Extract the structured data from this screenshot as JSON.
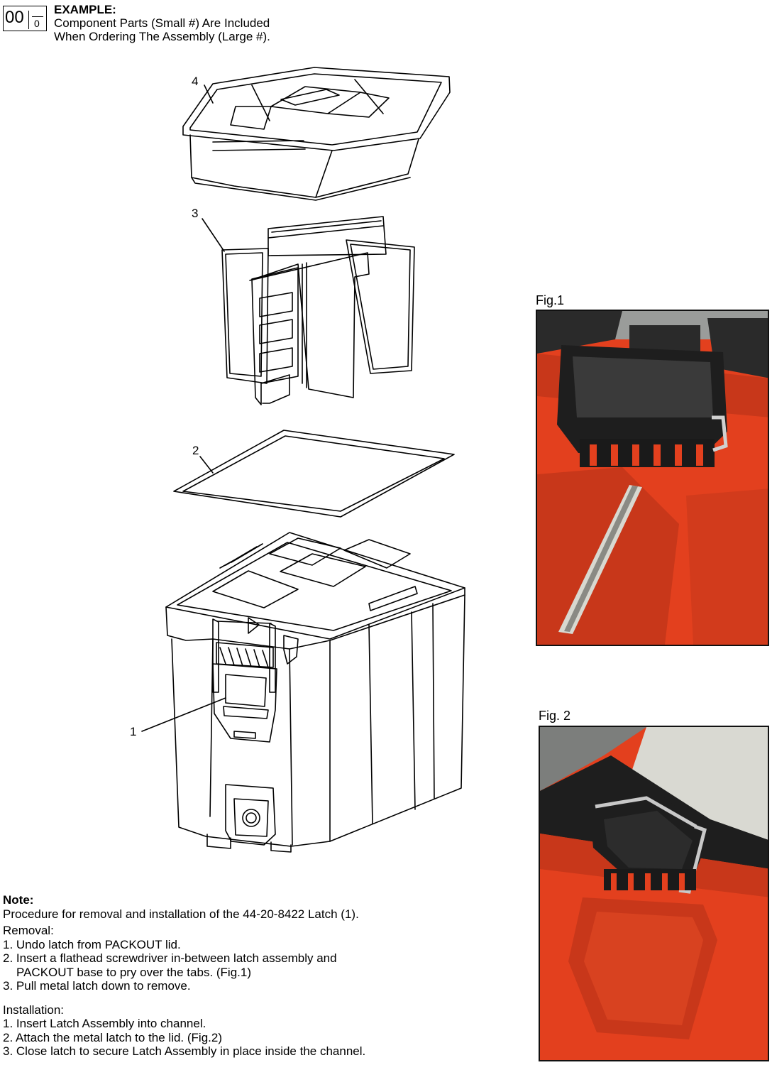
{
  "example": {
    "big_number": "00",
    "small_number": "0",
    "title": "EXAMPLE:",
    "line1": "Component Parts (Small #) Are Included",
    "line2": "When Ordering The Assembly (Large #)."
  },
  "callouts": {
    "c4": "4",
    "c3": "3",
    "c2": "2",
    "c1": "1"
  },
  "figures": {
    "fig1_label": "Fig.1",
    "fig2_label": "Fig. 2"
  },
  "note": {
    "title": "Note:",
    "intro": "Procedure for removal and installation of the 44-20-8422 Latch (1).",
    "removal_title": "Removal:",
    "removal_steps": [
      "1. Undo latch from PACKOUT lid.",
      "2. Insert a flathead screwdriver in-between latch assembly and",
      "PACKOUT base to pry over the tabs. (Fig.1)",
      "3. Pull metal latch down to remove."
    ],
    "installation_title": "Installation:",
    "installation_steps": [
      "1. Insert Latch Assembly into channel.",
      "2. Attach the metal latch to the lid. (Fig.2)",
      "3. Close latch to secure Latch Assembly in place inside the channel."
    ]
  },
  "colors": {
    "packout_red": "#e3401e",
    "latch_black": "#1e1e1e",
    "background_gray": "#9a9c9a"
  }
}
